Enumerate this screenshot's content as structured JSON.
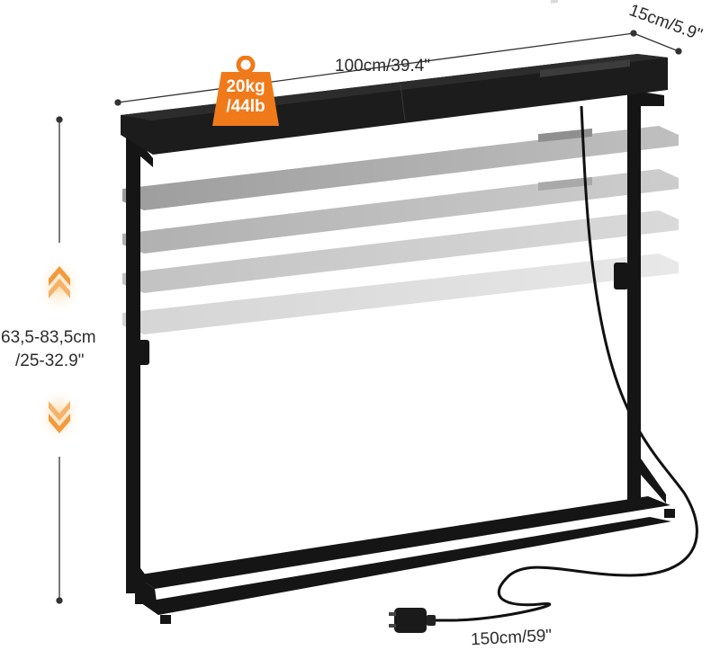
{
  "dimensions": {
    "width": "100cm/39.4\"",
    "depth": "15cm/5.9\"",
    "height_line1": "63,5-83,5cm",
    "height_line2": "/25-32.9\"",
    "cable": "150cm/59\""
  },
  "weight_badge": {
    "line1": "20kg",
    "line2": "/44lb",
    "icon": "weight-icon",
    "color": "#f07a1a"
  },
  "colors": {
    "frame": "#151515",
    "tabletop": "#1c1c1c",
    "ghost_shelf": "#8a8a8a",
    "arrow_glow": "#f7a04a",
    "dimension_line": "#333333"
  },
  "icons": {
    "up_arrows": "chevron-up-icon",
    "down_arrows": "chevron-down-icon",
    "plug": "uk-plug-icon",
    "power_strip": "power-outlet-icon"
  }
}
